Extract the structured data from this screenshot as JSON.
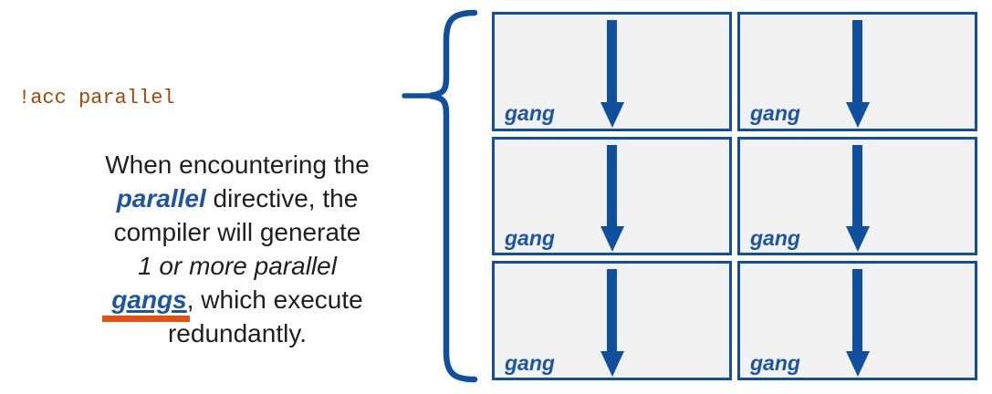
{
  "code_label": "!acc parallel",
  "description": {
    "lines": [
      {
        "segments": [
          {
            "text": "When encountering the",
            "style": "normal"
          }
        ]
      },
      {
        "segments": [
          {
            "text": "parallel",
            "style": "keyword"
          },
          {
            "text": " directive, the",
            "style": "normal"
          }
        ]
      },
      {
        "segments": [
          {
            "text": "compiler will generate",
            "style": "normal"
          }
        ]
      },
      {
        "segments": [
          {
            "text": "1 or more parallel",
            "style": "italic"
          }
        ]
      },
      {
        "segments": [
          {
            "text": "gangs",
            "style": "link"
          },
          {
            "text": ", which execute",
            "style": "normal"
          }
        ]
      },
      {
        "segments": [
          {
            "text": "redundantly.",
            "style": "normal"
          }
        ]
      }
    ]
  },
  "diagram": {
    "rows": 3,
    "cols": 2,
    "boxes": [
      {
        "label": "gang"
      },
      {
        "label": "gang"
      },
      {
        "label": "gang"
      },
      {
        "label": "gang"
      },
      {
        "label": "gang"
      },
      {
        "label": "gang"
      }
    ]
  },
  "colors": {
    "shape_blue": "#0F4F9E",
    "text_blue": "#1D55A6",
    "code_brown": "#A24808",
    "highlight_orange": "#EA4E0E",
    "box_fill": "#F1F1F2"
  }
}
